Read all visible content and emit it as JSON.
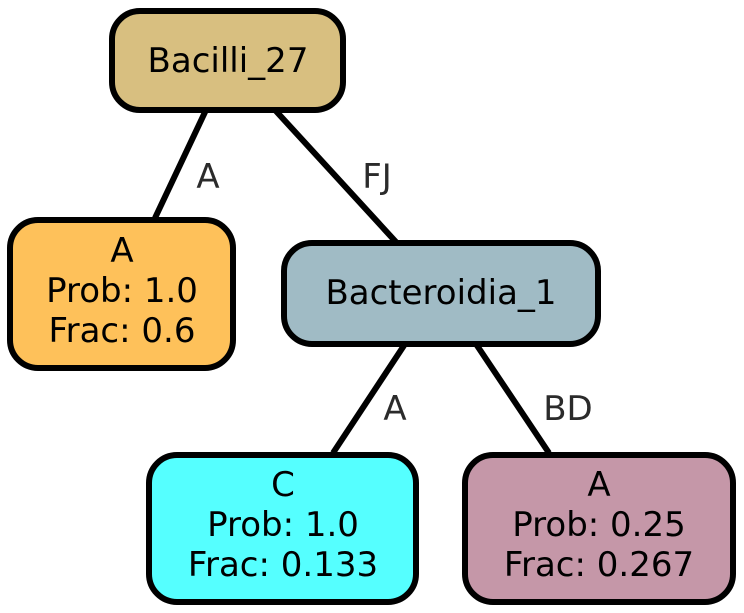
{
  "tree": {
    "nodes": {
      "root": {
        "lines": [
          "Bacilli_27"
        ],
        "fill": "#D8BF80"
      },
      "leaf_left": {
        "lines": [
          "A",
          "Prob: 1.0",
          "Frac: 0.6"
        ],
        "fill": "#FEC15A"
      },
      "inner": {
        "lines": [
          "Bacteroidia_1"
        ],
        "fill": "#A0BBC5"
      },
      "leaf_c": {
        "lines": [
          "C",
          "Prob: 1.0",
          "Frac: 0.133"
        ],
        "fill": "#55FFFF"
      },
      "leaf_a2": {
        "lines": [
          "A",
          "Prob: 0.25",
          "Frac: 0.267"
        ],
        "fill": "#C597A8"
      }
    },
    "edges": {
      "root_to_leaf_left": {
        "label": "A"
      },
      "root_to_inner": {
        "label": "FJ"
      },
      "inner_to_leaf_c": {
        "label": "A"
      },
      "inner_to_leaf_a2": {
        "label": "BD"
      }
    }
  }
}
